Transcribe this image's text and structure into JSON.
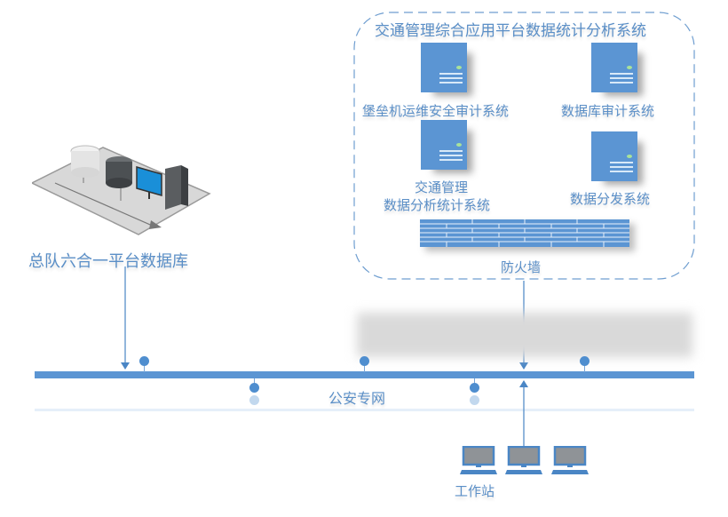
{
  "platform_box": {
    "title": "交通管理综合应用平台数据统计分析系统",
    "servers": [
      {
        "label": "堡垒机运维安全审计系统"
      },
      {
        "label": "数据库审计系统"
      },
      {
        "label_line1": "交通管理",
        "label_line2": "数据分析统计系统"
      },
      {
        "label": "数据分发系统"
      }
    ],
    "firewall_label": "防火墙"
  },
  "database": {
    "label": "总队六合一平台数据库"
  },
  "network": {
    "label": "公安专网"
  },
  "workstations": {
    "label": "工作站",
    "count": 3
  },
  "colors": {
    "accent": "#5b95d3",
    "line": "#4a86c5",
    "text": "#5b8fc7"
  }
}
